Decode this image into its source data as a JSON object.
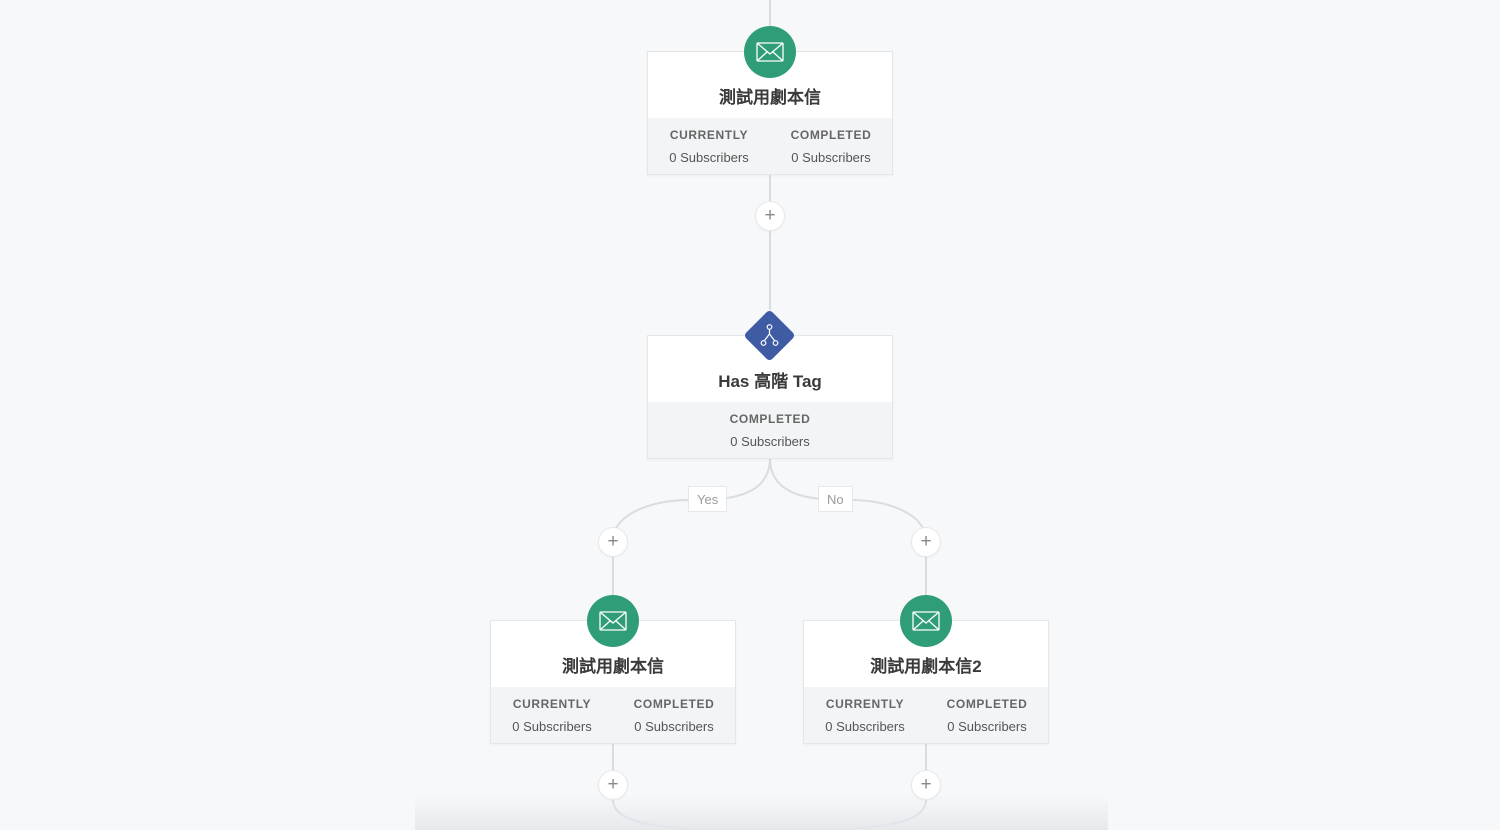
{
  "workflow": {
    "node1": {
      "title": "測試用劇本信",
      "currently_label": "CURRENTLY",
      "currently_value": "0 Subscribers",
      "completed_label": "COMPLETED",
      "completed_value": "0 Subscribers",
      "icon": "envelope-icon"
    },
    "condition": {
      "title": "Has 高階 Tag",
      "completed_label": "COMPLETED",
      "completed_value": "0 Subscribers",
      "icon": "branch-icon"
    },
    "branch_yes_label": "Yes",
    "branch_no_label": "No",
    "node_yes": {
      "title": "測試用劇本信",
      "currently_label": "CURRENTLY",
      "currently_value": "0 Subscribers",
      "completed_label": "COMPLETED",
      "completed_value": "0 Subscribers",
      "icon": "envelope-icon"
    },
    "node_no": {
      "title": "測試用劇本信2",
      "currently_label": "CURRENTLY",
      "currently_value": "0 Subscribers",
      "completed_label": "COMPLETED",
      "completed_value": "0 Subscribers",
      "icon": "envelope-icon"
    },
    "plus_symbol": "+"
  },
  "colors": {
    "email_node": "#2f9e78",
    "condition_node": "#3f5ba3",
    "connector": "#d9dde2",
    "background": "#f7f8f9"
  }
}
